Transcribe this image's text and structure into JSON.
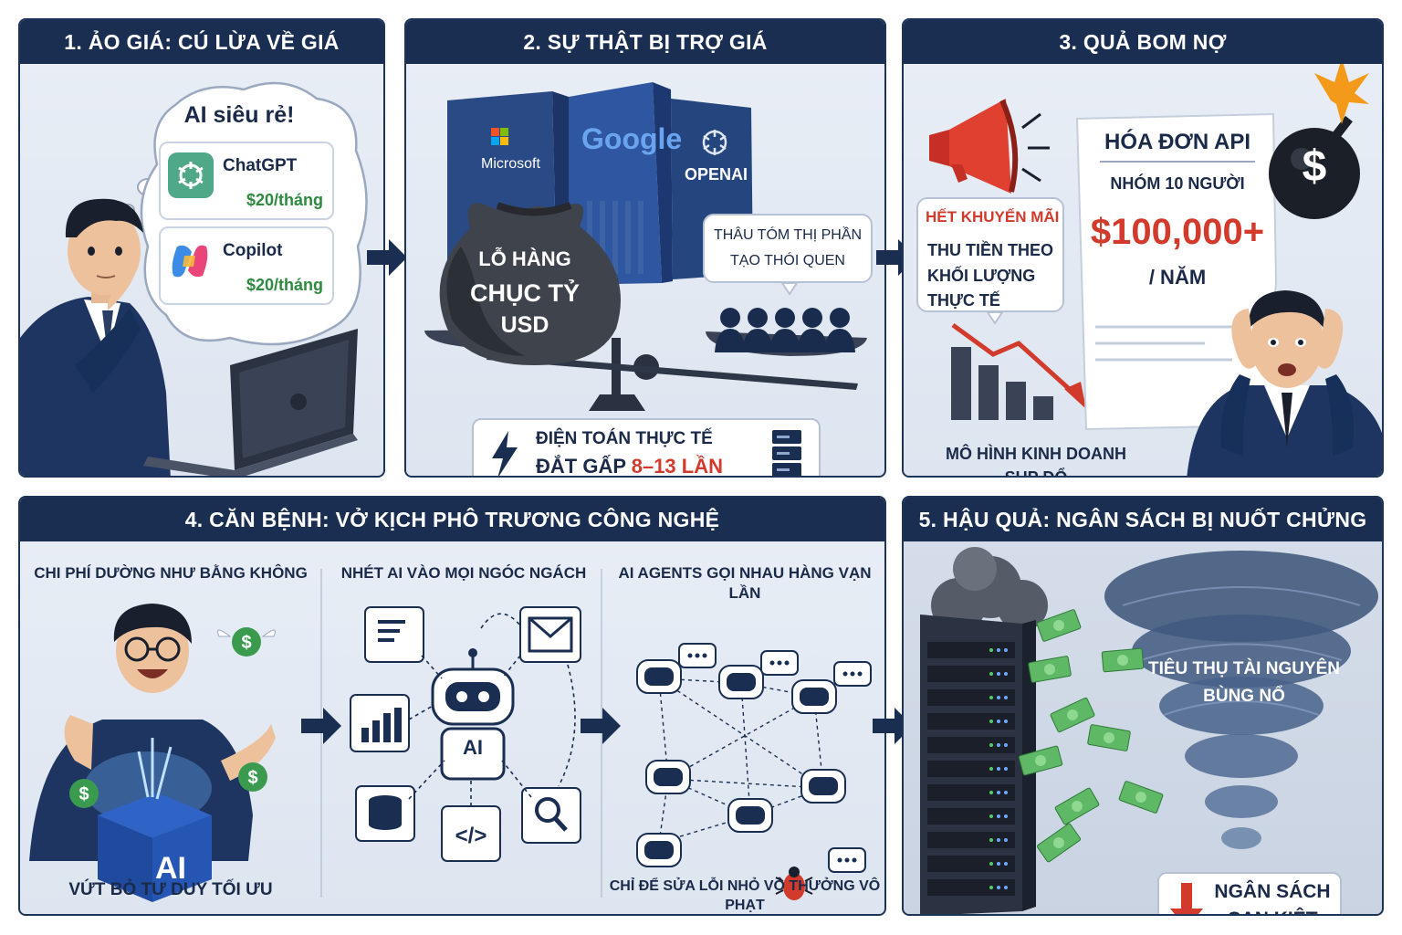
{
  "panel1": {
    "title": "1. ẢO GIÁ: CÚ LỪA VỀ GIÁ",
    "thought_heading": "AI siêu rẻ!",
    "products": [
      {
        "name": "ChatGPT",
        "price": "$20/tháng",
        "icon": "chatgpt-logo-icon"
      },
      {
        "name": "Copilot",
        "price": "$20/tháng",
        "icon": "copilot-logo-icon"
      }
    ]
  },
  "panel2": {
    "title": "2. SỰ THẬT BỊ TRỢ GIÁ",
    "company_labels": [
      "Microsoft",
      "Google",
      "OPENAI"
    ],
    "loss_bag_lines": [
      "LỖ HÀNG",
      "CHỤC TỶ",
      "USD"
    ],
    "market_bubble_lines": [
      "THÂU TÓM THỊ PHẦN",
      "TẠO THÓI QUEN"
    ],
    "compute_line1": "ĐIỆN TOÁN THỰC TẾ",
    "compute_line2_prefix": "ĐẮT GẤP ",
    "compute_line2_highlight": "8–13 LẦN"
  },
  "panel3": {
    "title": "3. QUẢ BOM NỢ",
    "promo_heading": "HẾT KHUYẾN MÃI",
    "promo_lines": [
      "THU TIỀN THEO",
      "KHỐI LƯỢNG",
      "THỰC TẾ"
    ],
    "invoice_title": "HÓA ĐƠN API",
    "invoice_group": "NHÓM 10 NGƯỜI",
    "invoice_amount": "$100,000+",
    "invoice_period": "/ NĂM",
    "bomb_symbol": "$",
    "collapse_lines": [
      "MÔ HÌNH KINH DOANH",
      "SỤP ĐỔ"
    ]
  },
  "panel4": {
    "title": "4. CĂN BỆNH: VỞ KỊCH PHÔ TRƯƠNG CÔNG NGHỆ",
    "col1_heading": "CHI PHÍ DƯỜNG NHƯ BẰNG KHÔNG",
    "col1_caption": "VỨT BỎ TƯ DUY TỐI ƯU",
    "box_label": "AI",
    "col2_heading": "NHÉT AI VÀO MỌI NGÓC NGÁCH",
    "robot_label": "AI",
    "col3_heading": "AI AGENTS GỌI NHAU HÀNG VẠN LẦN",
    "col3_caption": "CHỈ ĐỂ SỬA LỖI NHỎ VÔ THƯỞNG VÔ PHẠT"
  },
  "panel5": {
    "title": "5. HẬU QUẢ: NGÂN SÁCH BỊ NUỐT CHỬNG",
    "tornado_lines": [
      "TIÊU THỤ TÀI NGUYÊN",
      "BÙNG NỔ"
    ],
    "budget_lines": [
      "NGÂN SÁCH",
      "CẠN KIỆT"
    ]
  },
  "colors": {
    "navy": "#1a2e52",
    "accent_red": "#d23a2c",
    "money_green": "#2d8a3e"
  }
}
